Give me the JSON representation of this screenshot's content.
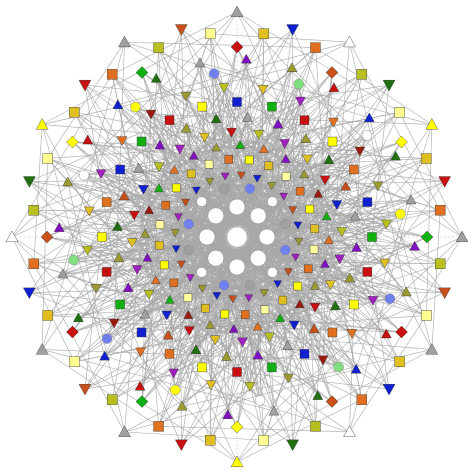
{
  "figure": {
    "kind": "polytope-projection-graph",
    "symmetry": "12-fold radial",
    "background": "#ffffff",
    "edge_color": "#a8a8a8",
    "axis_color": "#d4d4d4",
    "outline_color": "#333333"
  },
  "palette": {
    "red": "#c81010",
    "dark_red": "#9a1a10",
    "orange": "#e07020",
    "orange_brown": "#c8501a",
    "yellow": "#ffff00",
    "gold": "#e0c020",
    "olive": "#9a9a30",
    "yellow_green": "#b8c020",
    "green": "#10b010",
    "dark_green": "#207010",
    "light_green": "#80e080",
    "blue": "#1020d0",
    "periwinkle": "#7080f0",
    "purple": "#8010c0",
    "violet": "#a020c0",
    "gray": "#a0a0a0",
    "white": "#ffffff",
    "light_yellow": "#ffff90",
    "pale_yellow": "#ffffa0"
  },
  "node_shapes": [
    "triangle-up",
    "triangle-down",
    "square",
    "diamond",
    "circle"
  ]
}
